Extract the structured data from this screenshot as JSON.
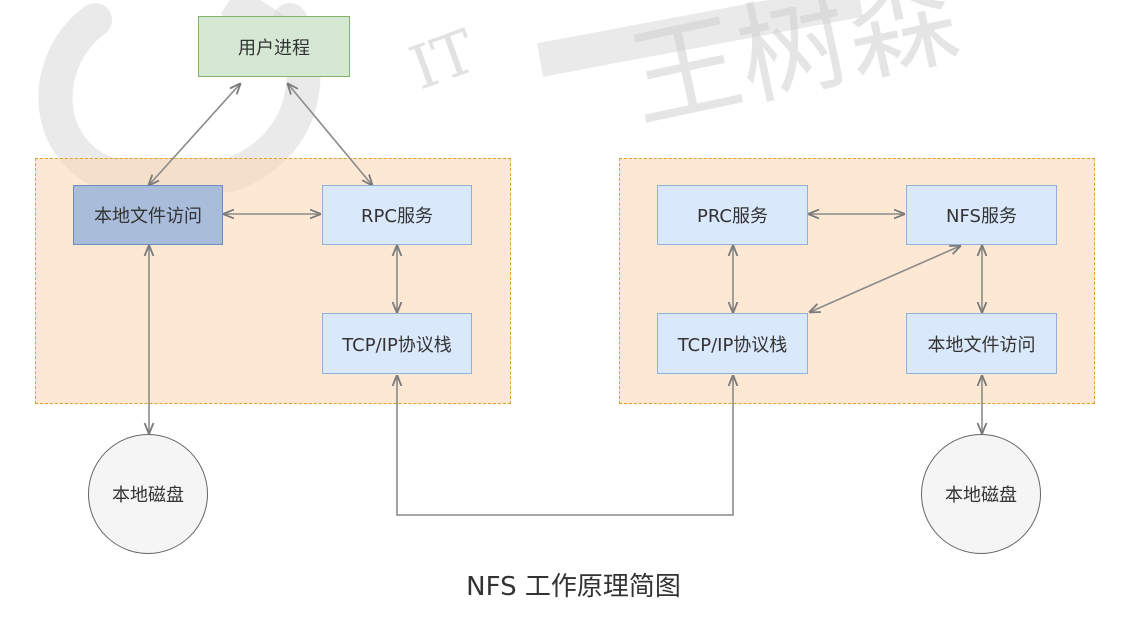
{
  "colors": {
    "group_fill": "#fcd6b0",
    "group_border": "#e0a030",
    "box_fill": "#dae8fc",
    "box_border": "#8fb0d8",
    "box_selected_fill": "#a9bcd9",
    "process_fill": "#d5e8d4",
    "process_border": "#82b366",
    "connector": "#7a7a7a",
    "watermark": "#d0d0d0"
  },
  "nodes": {
    "user_process": "用户进程",
    "client_local_file_access": "本地文件访问",
    "client_rpc_service": "RPC服务",
    "client_tcpip_stack": "TCP/IP协议栈",
    "client_local_disk": "本地磁盘",
    "server_prc_service": "PRC服务",
    "server_nfs_service": "NFS服务",
    "server_tcpip_stack": "TCP/IP协议栈",
    "server_local_file_access": "本地文件访问",
    "server_local_disk": "本地磁盘"
  },
  "caption": "NFS 工作原理简图",
  "watermark": {
    "line1": "IT",
    "line2": "王树森"
  }
}
